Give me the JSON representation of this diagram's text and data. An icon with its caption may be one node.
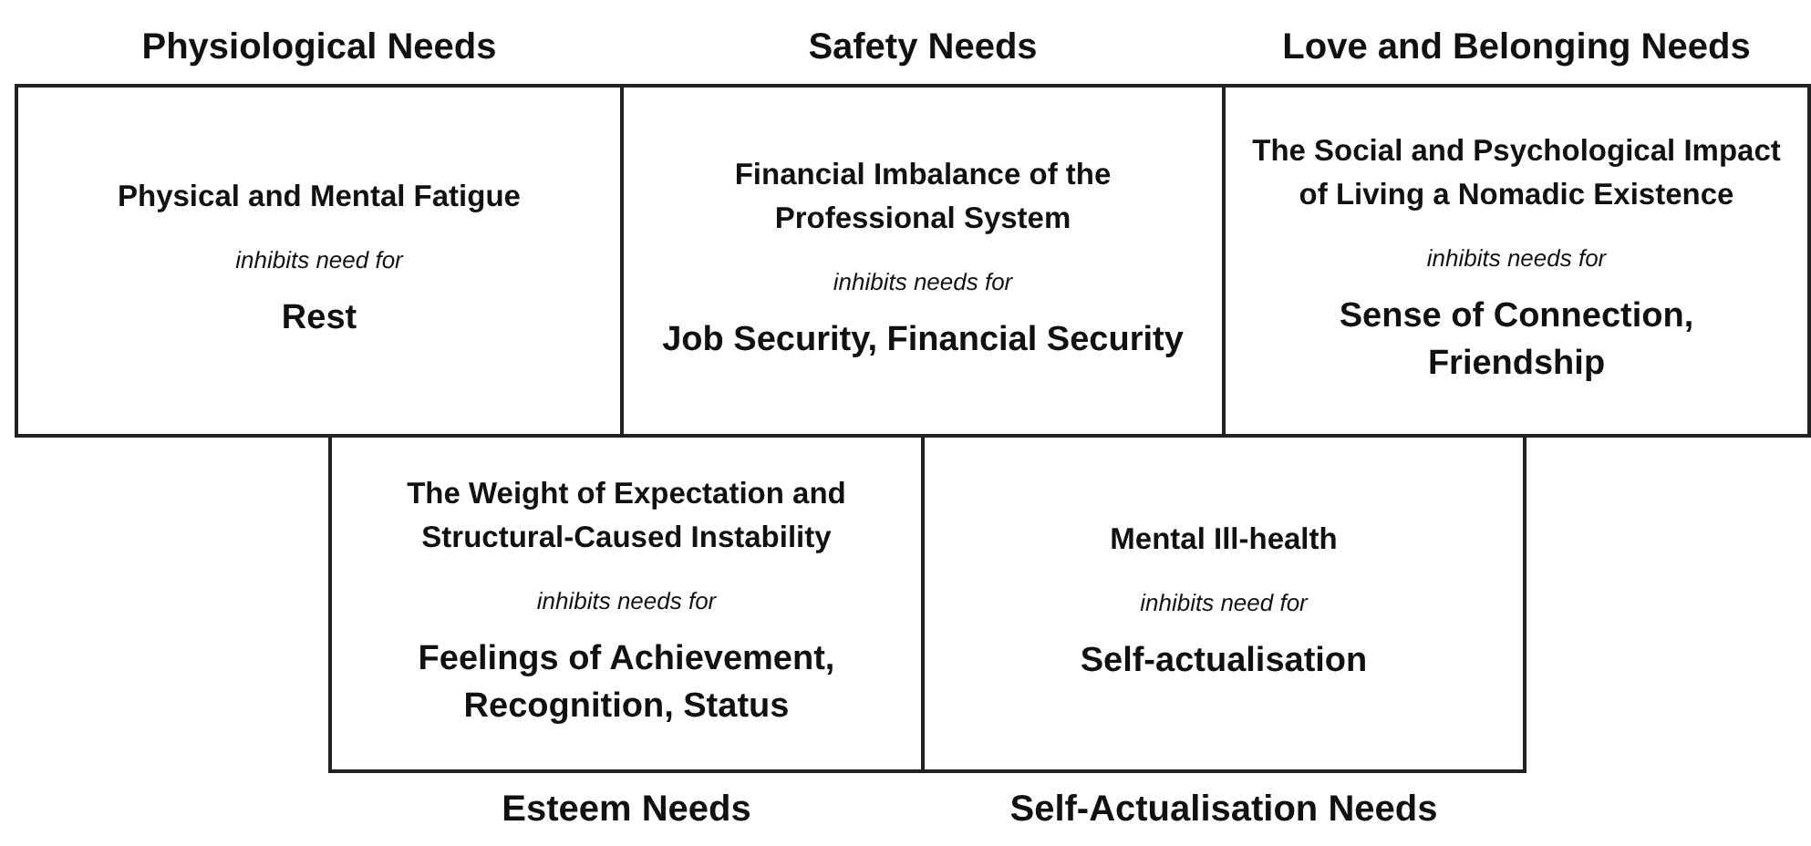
{
  "diagram": {
    "nodes": [
      {
        "text": [
          "Physiological Needs",
          "Physical and Mental Fatigue",
          "inhibits need for",
          "Rest"
        ]
      },
      {
        "text": [
          "Safety Needs",
          "Financial Imbalance of the Professional System",
          "inhibits needs for",
          "Job Security, Financial Security"
        ]
      },
      {
        "text": [
          "Love and Belonging Needs",
          "The Social and Psychological Impact of Living a Nomadic Existence",
          "inhibits needs for",
          "Sense of Connection, Friendship"
        ]
      },
      {
        "text": [
          "The Weight of Expectation and Structural-Caused Instability",
          "inhibits needs for",
          "Feelings of Achievement, Recognition, Status",
          "Esteem Needs"
        ]
      },
      {
        "text": [
          "Mental Ill-health",
          "inhibits need for",
          "Self-actualisation",
          "Self-Actualisation Needs"
        ]
      }
    ]
  }
}
